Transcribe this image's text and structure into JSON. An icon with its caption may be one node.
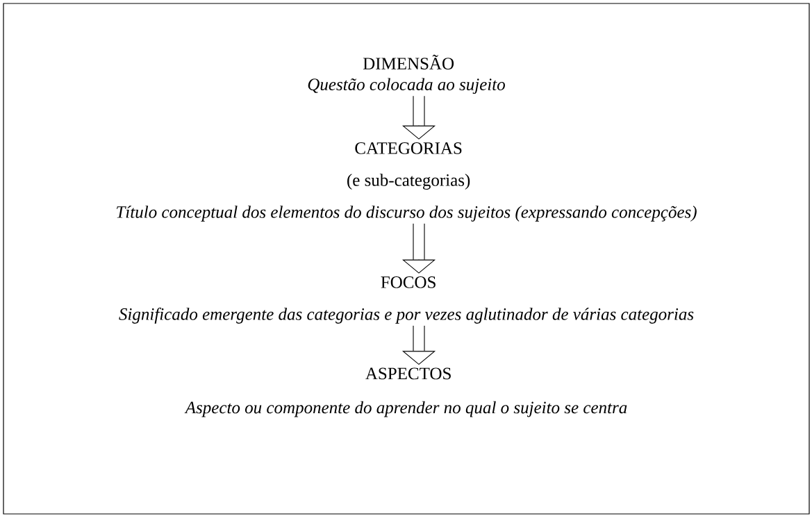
{
  "diagram": {
    "nodes": [
      {
        "text": [
          "DIMENSÃO",
          "Questão colocada ao sujeito"
        ]
      },
      {
        "text": [
          "CATEGORIAS",
          "(e sub-categorias)",
          "Título conceptual dos elementos do discurso dos sujeitos (expressando concepções)"
        ]
      },
      {
        "text": [
          "FOCOS",
          "Significado emergente das categorias e por vezes aglutinador de várias categorias"
        ]
      },
      {
        "text": [
          "ASPECTOS",
          "Aspecto ou componente do aprender no qual o sujeito se centra"
        ]
      }
    ],
    "edges": [
      {
        "from": 0,
        "to": 1,
        "arrow": "to"
      },
      {
        "from": 1,
        "to": 2,
        "arrow": "to"
      },
      {
        "from": 2,
        "to": 3,
        "arrow": "to"
      }
    ]
  }
}
